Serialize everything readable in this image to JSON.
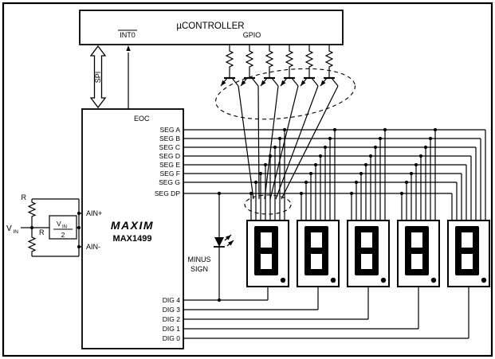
{
  "colors": {
    "ink": "#000000",
    "paper": "#ffffff"
  },
  "uc": {
    "title": "µCONTROLLER",
    "pin_int0": "INT0",
    "pin_gpio": "GPIO"
  },
  "spi_label": "SPI",
  "adc": {
    "brand": "MAXIM",
    "part": "MAX1499",
    "pin_eoc": "EOC",
    "pin_ain_plus": "AIN+",
    "pin_ain_minus": "AIN-",
    "seg_pins": [
      "SEG A",
      "SEG B",
      "SEG C",
      "SEG D",
      "SEG E",
      "SEG F",
      "SEG G",
      "SEG DP"
    ],
    "dig_pins": [
      "DIG 4",
      "DIG 3",
      "DIG 2",
      "DIG 1",
      "DIG 0"
    ]
  },
  "input": {
    "source_label": "V",
    "source_sub": "IN",
    "resistor_top": "R",
    "resistor_bottom": "R",
    "divider_num": "V",
    "divider_num_sub": "IN",
    "divider_den": "2"
  },
  "minus_sign": {
    "line1": "MINUS",
    "line2": "SIGN"
  },
  "gpio_driver_count": 6,
  "displays": [
    {
      "digit": "8",
      "decimal_point": true
    },
    {
      "digit": "8",
      "decimal_point": true
    },
    {
      "digit": "8",
      "decimal_point": true
    },
    {
      "digit": "8",
      "decimal_point": true
    },
    {
      "digit": "8",
      "decimal_point": true
    }
  ]
}
